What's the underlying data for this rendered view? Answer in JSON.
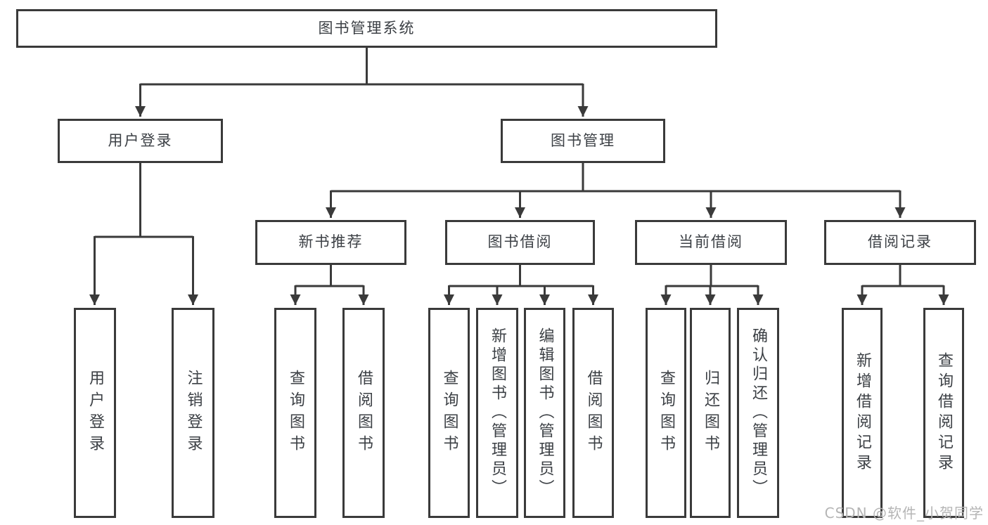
{
  "diagram": {
    "root": {
      "label": "图书管理系统"
    },
    "branches": [
      {
        "label": "用户登录",
        "children": [
          {
            "label": "用户登录"
          },
          {
            "label": "注销登录"
          }
        ]
      },
      {
        "label": "图书管理",
        "children": [
          {
            "label": "新书推荐",
            "children": [
              {
                "label": "查询图书"
              },
              {
                "label": "借阅图书"
              }
            ]
          },
          {
            "label": "图书借阅",
            "children": [
              {
                "label": "查询图书"
              },
              {
                "label": "新增图书（管理员）"
              },
              {
                "label": "编辑图书（管理员）"
              },
              {
                "label": "借阅图书"
              }
            ]
          },
          {
            "label": "当前借阅",
            "children": [
              {
                "label": "查询图书"
              },
              {
                "label": "归还图书"
              },
              {
                "label": "确认归还（管理员）"
              }
            ]
          },
          {
            "label": "借阅记录",
            "children": [
              {
                "label": "新增借阅记录"
              },
              {
                "label": "查询借阅记录"
              }
            ]
          }
        ]
      }
    ]
  },
  "watermark": {
    "text": "CSDN @软件_小贺同学"
  },
  "colors": {
    "line": "#3a3a3a",
    "text": "#3c4045",
    "box_bg": "#ffffff",
    "background": "#ffffff",
    "watermark": "#b5b5b5"
  }
}
